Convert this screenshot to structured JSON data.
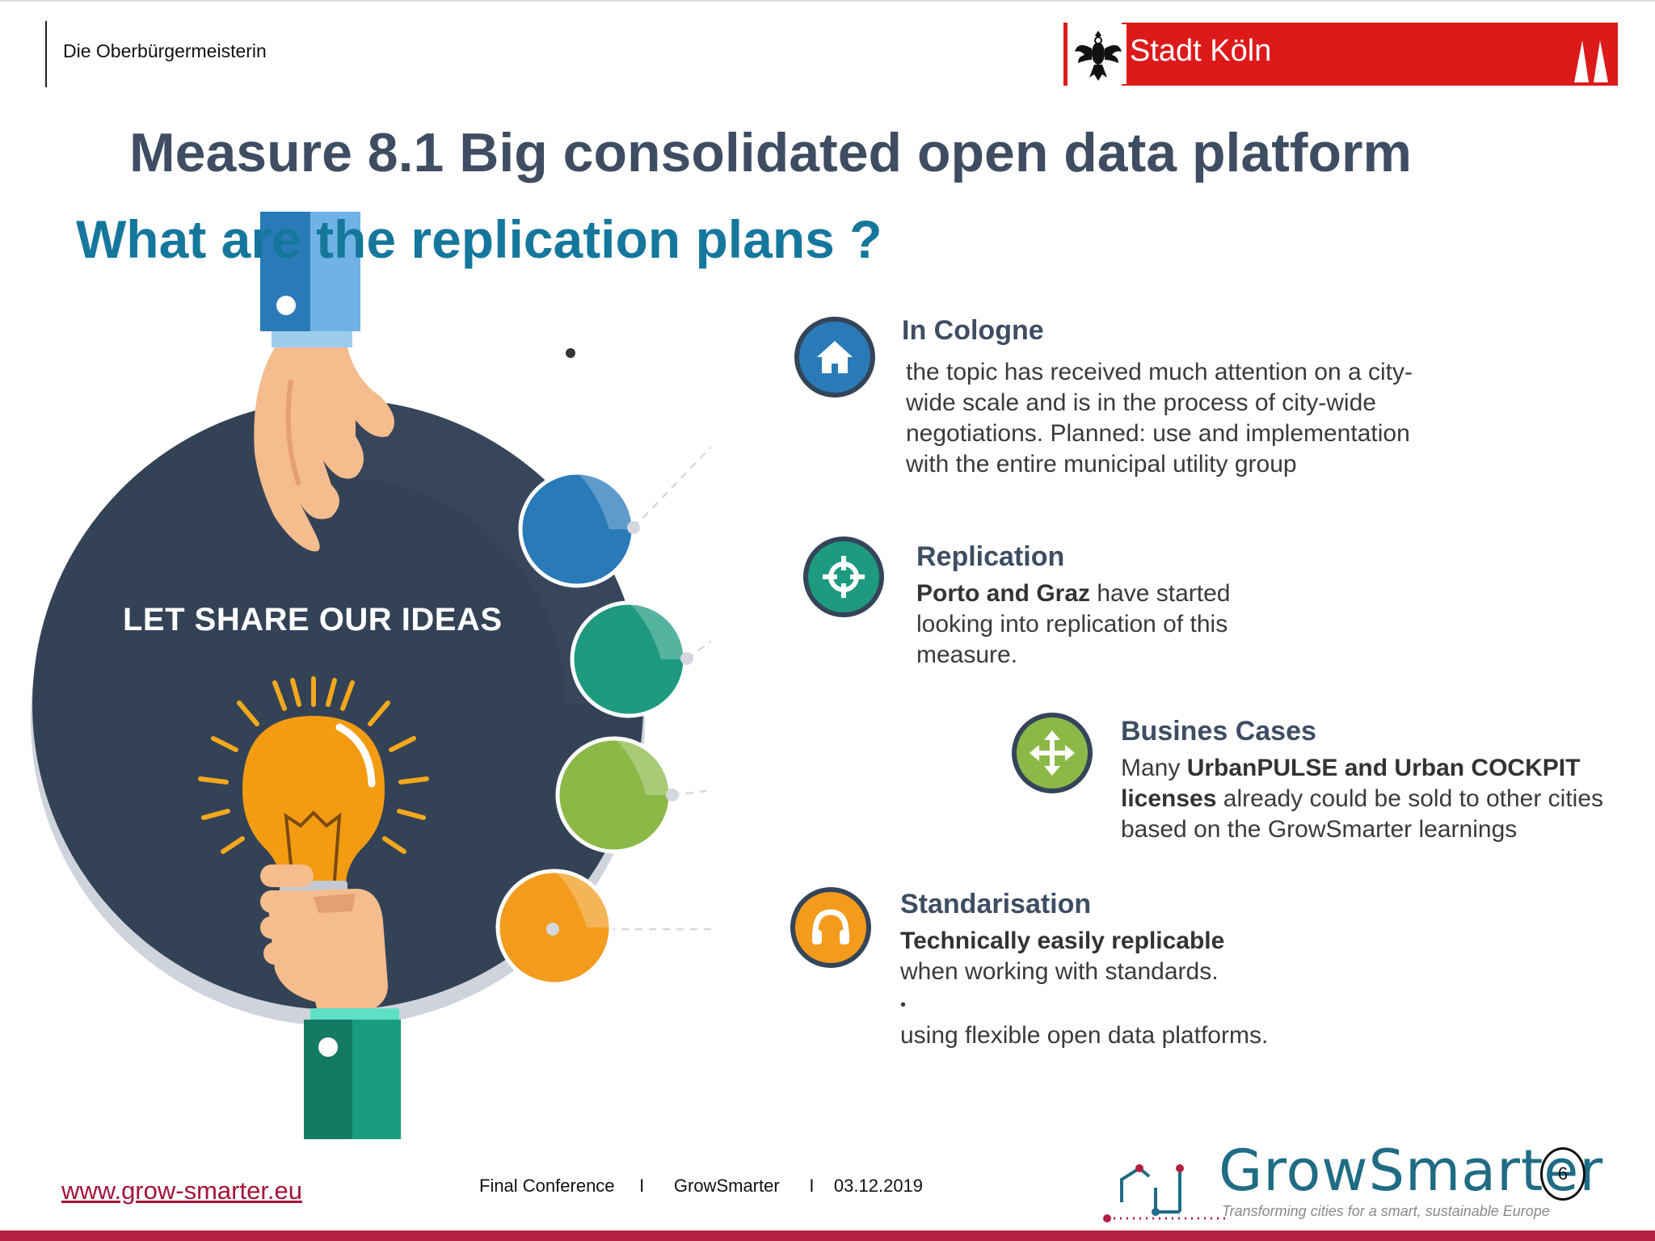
{
  "header": {
    "office": "Die Oberbürgermeisterin",
    "city_logo_text": "Stadt Köln"
  },
  "title": "Measure 8.1 Big consolidated open data platform",
  "subtitle": "What are the replication plans ?",
  "illustration": {
    "slogan": "LET SHARE OUR IDEAS"
  },
  "sections": [
    {
      "heading": "In Cologne",
      "icon": "home-icon",
      "color": "#2a7ab8",
      "body": "the topic has received much attention on a city-wide scale and is in the process of city-wide negotiations. Planned: use and implementation with the entire municipal utility group"
    },
    {
      "heading": "Replication",
      "icon": "crosshair-icon",
      "color": "#1e9a7f",
      "body_bold": "Porto and Graz",
      "body_rest": " have started looking into replication of this measure."
    },
    {
      "heading": "Busines Cases",
      "icon": "move-arrows-icon",
      "color": "#8cb848",
      "body_pre": "Many ",
      "body_bold": "UrbanPULSE and Urban COCKPIT licenses",
      "body_rest": " already could be sold to other cities based on the GrowSmarter learnings"
    },
    {
      "heading": "Standarisation",
      "icon": "headphones-icon",
      "color": "#f29b1c",
      "body_bold": "Technically easily replicable",
      "body_line2": "when working with standards.",
      "bullet": "•",
      "body_line3": "using flexible open data platforms."
    }
  ],
  "footer": {
    "link": "www.grow-smarter.eu",
    "event": "Final Conference     I      GrowSmarter      I    03.12.2019",
    "brand": "GrowSmarter",
    "tagline": "Transforming cities for a smart, sustainable Europe",
    "page_number": "6"
  },
  "colors": {
    "title": "#3e4d62",
    "subtitle": "#15779c",
    "disc": "#344256",
    "footer_bar": "#b41f43",
    "city_red": "#dd1a1a"
  }
}
